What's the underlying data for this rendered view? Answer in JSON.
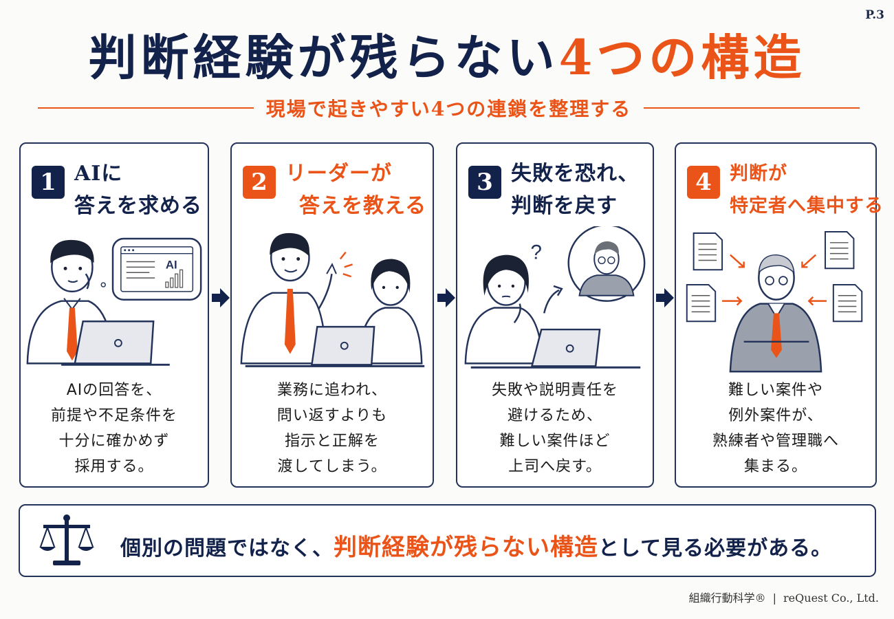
{
  "page_number": "P.3",
  "title": {
    "main": "判断経験が残らない",
    "accent": "4つの構造"
  },
  "subtitle": "現場で起きやすい4つの連鎖を整理する",
  "cards": [
    {
      "number": "1",
      "title_lines": [
        "AIに",
        "答えを求める"
      ],
      "body_lines": [
        "AIの回答を、",
        "前提や不足条件を",
        "十分に確かめず",
        "採用する。"
      ],
      "screen_label": "AI"
    },
    {
      "number": "2",
      "title_lines": [
        "リーダーが",
        "答えを教える"
      ],
      "body_lines": [
        "業務に追われ、",
        "問い返すよりも",
        "指示と正解を",
        "渡してしまう。"
      ]
    },
    {
      "number": "3",
      "title_lines": [
        "失敗を恐れ、",
        "判断を戻す"
      ],
      "body_lines": [
        "失敗や説明責任を",
        "避けるため、",
        "難しい案件ほど",
        "上司へ戻す。"
      ],
      "question_mark": "?"
    },
    {
      "number": "4",
      "title_lines": [
        "判断が",
        "特定者へ集中する"
      ],
      "body_lines": [
        "難しい案件や",
        "例外案件が、",
        "熟練者や管理職へ",
        "集まる。"
      ]
    }
  ],
  "conclusion": {
    "before": "個別の問題ではなく、",
    "accent": "判断経験が残らない構造",
    "after": "として見る必要がある。"
  },
  "footer": {
    "left": "組織行動科学®",
    "separator": "|",
    "right": "reQuest Co., Ltd."
  },
  "colors": {
    "navy": "#13224a",
    "orange": "#ea5418",
    "background": "#fbfbf9"
  }
}
